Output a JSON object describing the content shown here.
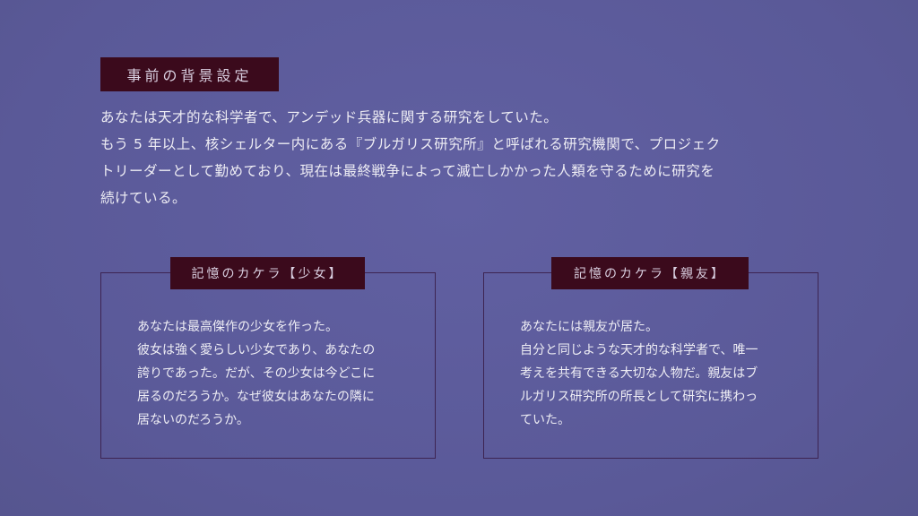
{
  "header": {
    "title": "事前の背景設定"
  },
  "intro": {
    "lines": [
      "あなたは天才的な科学者で、アンデッド兵器に関する研究をしていた。",
      "もう 5 年以上、核シェルター内にある『ブルガリス研究所』と呼ばれる研究機関で、プロジェク",
      "トリーダーとして勤めており、現在は最終戦争によって滅亡しかかった人類を守るために研究を",
      "続けている。"
    ]
  },
  "cards": [
    {
      "label": "記憶のカケラ【少女】",
      "lines": [
        "あなたは最高傑作の少女を作った。",
        "彼女は強く愛らしい少女であり、あなたの",
        "誇りであった。だが、その少女は今どこに",
        "居るのだろうか。なぜ彼女はあなたの隣に",
        "居ないのだろうか。"
      ]
    },
    {
      "label": "記憶のカケラ【親友】",
      "lines": [
        "あなたには親友が居た。",
        "自分と同じような天才的な科学者で、唯一",
        "考えを共有できる大切な人物だ。親友はブ",
        "ルガリス研究所の所長として研究に携わっ",
        "ていた。"
      ]
    }
  ],
  "colors": {
    "background": "#5c5b9c",
    "label_bg": "#3b0a1c",
    "label_text": "#d9cfe0",
    "border": "#3d2452",
    "text": "#eeedf4"
  }
}
